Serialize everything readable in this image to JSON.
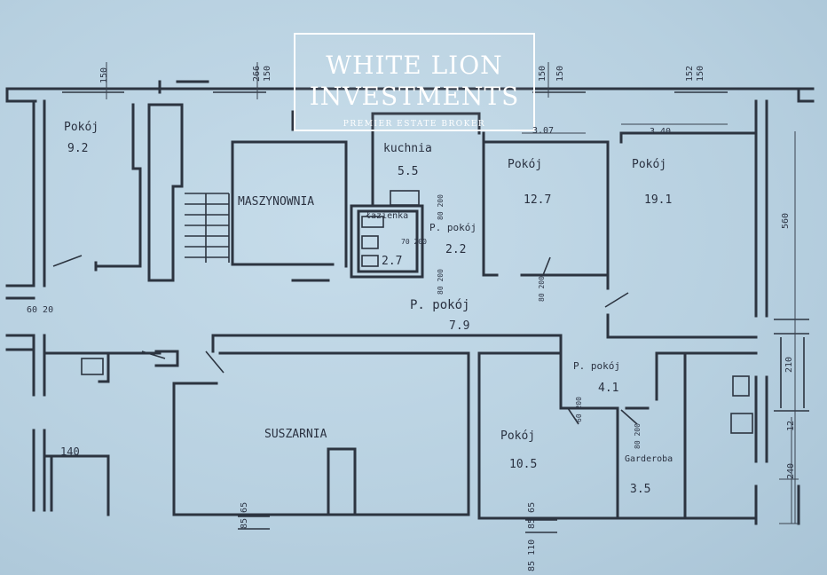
{
  "logo": {
    "line1": "WHITE LION",
    "line2": "INVESTMENTS",
    "tagline": "PREMIER ESTATE BROKER"
  },
  "rooms": {
    "pokoj_left": {
      "name": "Pokój",
      "area": "9.2"
    },
    "kuchnia": {
      "name": "kuchnia",
      "area": "5.5"
    },
    "maszynownia": {
      "name": "MASZYNOWNIA"
    },
    "lazienka": {
      "name": "łazienka",
      "area": "2.7"
    },
    "p_pokoj_small": {
      "name": "P. pokój",
      "area": "2.2"
    },
    "pokoj_mid": {
      "name": "Pokój",
      "area": "12.7"
    },
    "pokoj_right": {
      "name": "Pokój",
      "area": "19.1"
    },
    "p_pokoj_hall": {
      "name": "P. pokój",
      "area": "7.9"
    },
    "suszarnia": {
      "name": "SUSZARNIA"
    },
    "pokoj_lower": {
      "name": "Pokój",
      "area": "10.5"
    },
    "p_pokoj_lower": {
      "name": "P. pokój",
      "area": "4.1"
    },
    "garderoba": {
      "name": "Garderoba",
      "area": "3.5"
    }
  },
  "dimensions": {
    "d150_a": "150",
    "d266": "266",
    "d150_b": "150",
    "d150_c": "150",
    "d150_d": "150",
    "d152": "152",
    "d150_e": "150",
    "d307": "3.07",
    "d340": "3.40",
    "d560": "560",
    "d210": "210",
    "d12": "12",
    "d240": "240",
    "d60_20": "60 20",
    "d140": "140",
    "d85_65_a": "85 65",
    "d85_65_b": "85 65",
    "d85_110": "85 110",
    "d80_200_a": "80 200",
    "d80_200_b": "80 200",
    "d80_200_c": "80 200",
    "d70_200": "70 200",
    "d60_200": "60 200",
    "d80_200_d": "80 200"
  },
  "colors": {
    "paper": "#b9d3e2",
    "ink": "#2c3440",
    "logo": "#ffffff"
  }
}
